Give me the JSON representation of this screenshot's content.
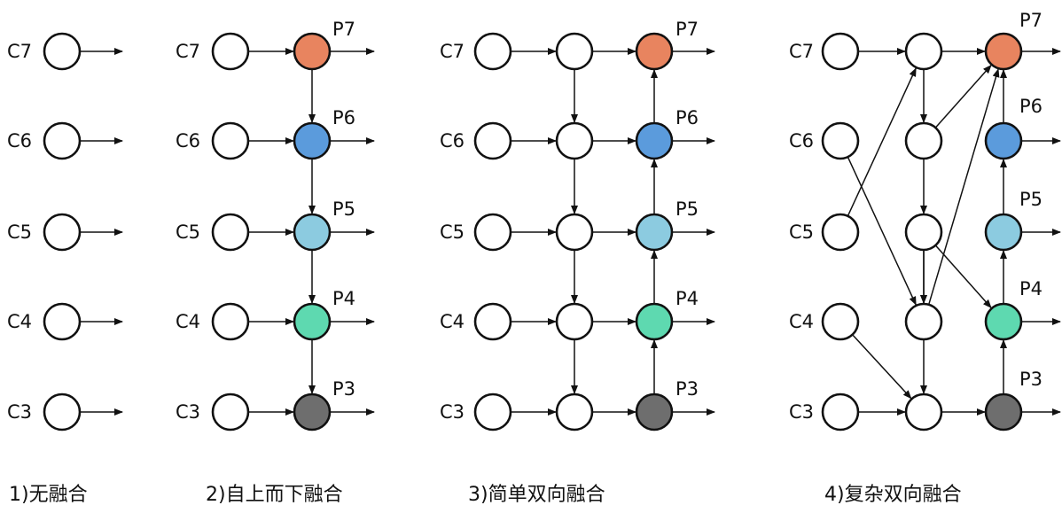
{
  "panels": [
    {
      "caption": "1)无融合",
      "inputs": [
        "C7",
        "C6",
        "C5",
        "C4",
        "C3"
      ]
    },
    {
      "caption": "2)自上而下融合",
      "inputs": [
        "C7",
        "C6",
        "C5",
        "C4",
        "C3"
      ],
      "outputs": [
        "P7",
        "P6",
        "P5",
        "P4",
        "P3"
      ]
    },
    {
      "caption": "3)简单双向融合",
      "inputs": [
        "C7",
        "C6",
        "C5",
        "C4",
        "C3"
      ],
      "outputs": [
        "P7",
        "P6",
        "P5",
        "P4",
        "P3"
      ]
    },
    {
      "caption": "4)复杂双向融合",
      "inputs": [
        "C7",
        "C6",
        "C5",
        "C4",
        "C3"
      ],
      "outputs": [
        "P7",
        "P6",
        "P5",
        "P4",
        "P3"
      ]
    }
  ],
  "colors": {
    "P7": "#e8845f",
    "P6": "#5b9bdc",
    "P5": "#8ccbe0",
    "P4": "#5ed9b0",
    "P3": "#6e6e6e",
    "plain": "#ffffff",
    "stroke": "#111111"
  }
}
